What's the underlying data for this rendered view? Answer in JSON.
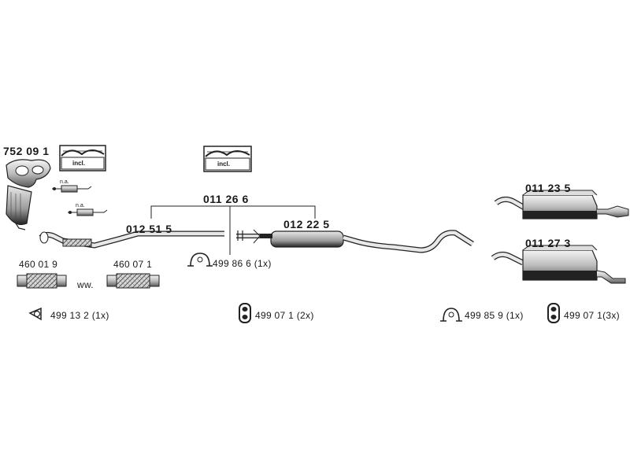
{
  "parts": {
    "catalyst": "752 09 1",
    "main_pipe": "011 26 6",
    "front_pipe": "012 51 5",
    "middle_silencer": "012 22 5",
    "rear_silencer_a": "011 23 5",
    "rear_silencer_b": "011 27 3",
    "flex_pipe_a": "460 01 9",
    "flex_pipe_b": "460 07 1"
  },
  "fittings": {
    "gasket_front": "499 13 2 (1x)",
    "clamp_mid": "499 86 6 (1x)",
    "hanger_mid": "499 07 1 (2x)",
    "clamp_rear": "499 85 9 (1x)",
    "hanger_rear": "499 07 1(3x)"
  },
  "notes": {
    "incl_1": "incl.",
    "incl_2": "incl.",
    "na_1": "n.a.",
    "na_2": "n.a.",
    "ww": "ww."
  }
}
